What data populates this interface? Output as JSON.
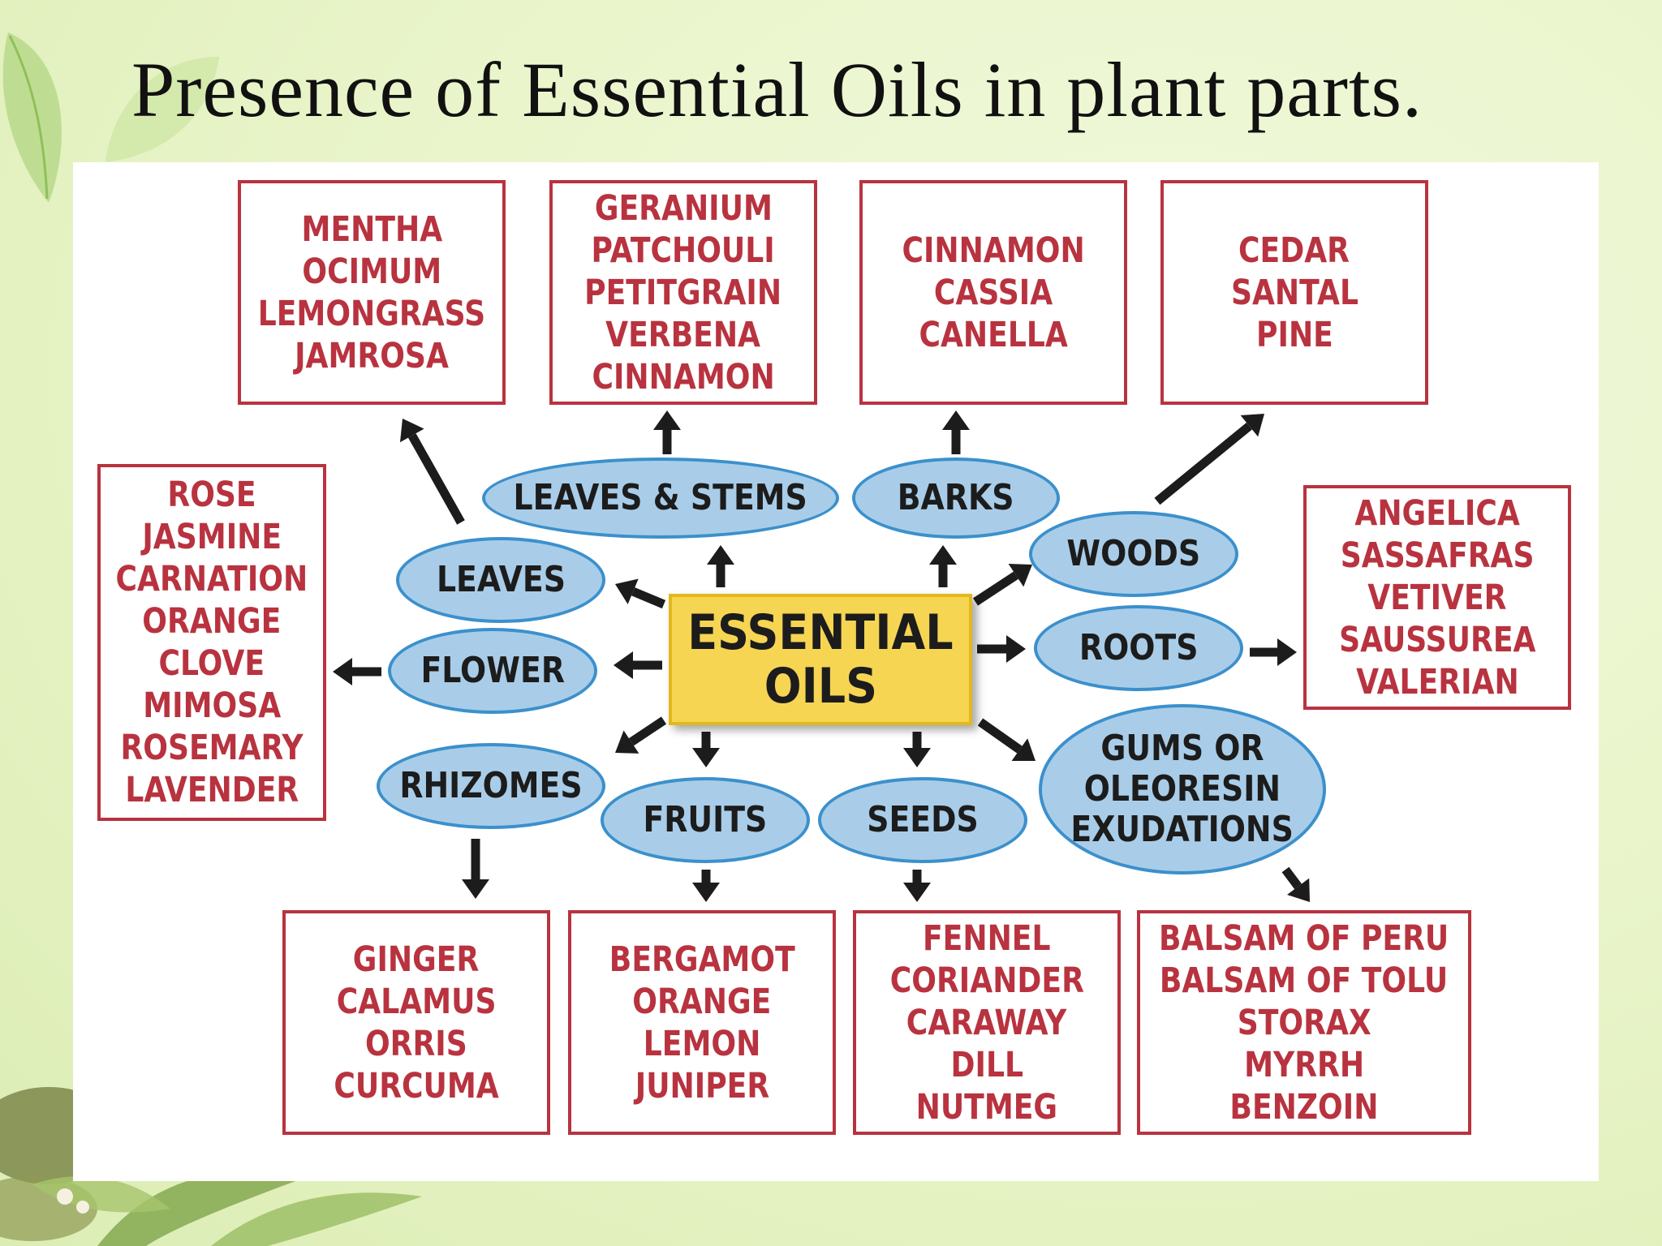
{
  "title": "Presence of Essential Oils in plant parts.",
  "colors": {
    "box_border": "#b8333f",
    "box_text": "#b8333f",
    "ellipse_fill": "#a9cde8",
    "ellipse_border": "#3b90cc",
    "center_fill": "#f6d553",
    "arrow": "#1c1c1c"
  },
  "center": {
    "lines": [
      "ESSENTIAL",
      "OILS"
    ]
  },
  "parts": {
    "leaves_stems": {
      "lines": [
        "LEAVES & STEMS"
      ]
    },
    "barks": {
      "lines": [
        "BARKS"
      ]
    },
    "leaves": {
      "lines": [
        "LEAVES"
      ]
    },
    "woods": {
      "lines": [
        "WOODS"
      ]
    },
    "flower": {
      "lines": [
        "FLOWER"
      ]
    },
    "roots": {
      "lines": [
        "ROOTS"
      ]
    },
    "rhizomes": {
      "lines": [
        "RHIZOMES"
      ]
    },
    "fruits": {
      "lines": [
        "FRUITS"
      ]
    },
    "seeds": {
      "lines": [
        "SEEDS"
      ]
    },
    "gums": {
      "lines": [
        "GUMS OR",
        "OLEORESIN",
        "EXUDATIONS"
      ]
    }
  },
  "examples": {
    "leaves": [
      "MENTHA",
      "OCIMUM",
      "LEMONGRASS",
      "JAMROSA"
    ],
    "leaves_stems": [
      "GERANIUM",
      "PATCHOULI",
      "PETITGRAIN",
      "VERBENA",
      "CINNAMON"
    ],
    "barks": [
      "CINNAMON",
      "CASSIA",
      "CANELLA"
    ],
    "woods": [
      "CEDAR",
      "SANTAL",
      "PINE"
    ],
    "flower": [
      "ROSE",
      "JASMINE",
      "CARNATION",
      "ORANGE",
      "CLOVE",
      "MIMOSA",
      "ROSEMARY",
      "LAVENDER"
    ],
    "roots": [
      "ANGELICA",
      "SASSAFRAS",
      "VETIVER",
      "SAUSSUREA",
      "VALERIAN"
    ],
    "rhizomes": [
      "GINGER",
      "CALAMUS",
      "ORRIS",
      "CURCUMA"
    ],
    "fruits": [
      "BERGAMOT",
      "ORANGE",
      "LEMON",
      "JUNIPER"
    ],
    "seeds": [
      "FENNEL",
      "CORIANDER",
      "CARAWAY",
      "DILL",
      "NUTMEG"
    ],
    "gums": [
      "BALSAM OF PERU",
      "BALSAM OF TOLU",
      "STORAX",
      "MYRRH",
      "BENZOIN"
    ]
  }
}
